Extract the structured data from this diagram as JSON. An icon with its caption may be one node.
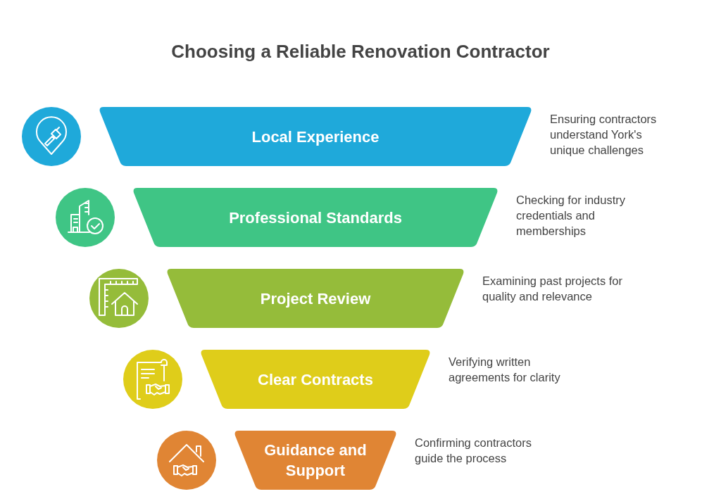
{
  "diagram": {
    "title": "Choosing a Reliable Renovation Contractor",
    "nodes": [
      {
        "text": [
          "Local Experience"
        ],
        "beside": [
          "Ensuring contractors understand York's unique challenges"
        ]
      },
      {
        "text": [
          "Professional Standards"
        ],
        "beside": [
          "Checking for industry credentials and memberships"
        ]
      },
      {
        "text": [
          "Project Review"
        ],
        "beside": [
          "Examining past projects for quality and relevance"
        ]
      },
      {
        "text": [
          "Clear Contracts"
        ],
        "beside": [
          "Verifying written agreements for clarity"
        ]
      },
      {
        "text": [
          "Guidance and Support"
        ],
        "beside": [
          "Confirming contractors guide the process"
        ]
      }
    ]
  }
}
